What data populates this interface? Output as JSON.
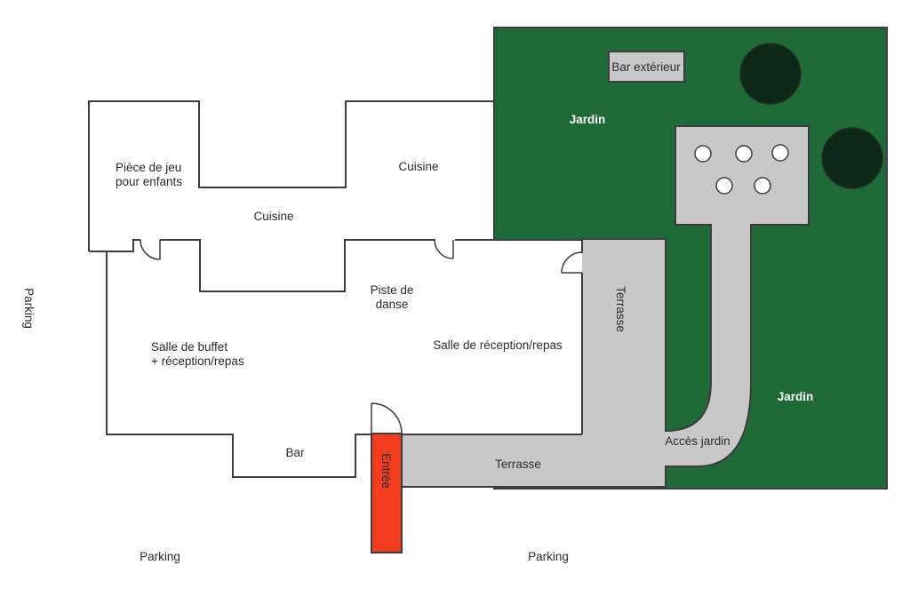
{
  "colors": {
    "garden": "#1e6b37",
    "tree": "#0e2818",
    "hardscape": "#c8c8c8",
    "entrance": "#f23c1e",
    "wall": "#3c3c42",
    "text_dark": "#2b2b33",
    "text_light": "#ffffff",
    "room": "#ffffff"
  },
  "labels": {
    "playroom_line1": "Pièce de jeu",
    "playroom_line2": "pour enfants",
    "cuisine_top": "Cuisine",
    "cuisine_corridor": "Cuisine",
    "dance_line1": "Piste de",
    "dance_line2": "danse",
    "buffet_line1": "Salle de buffet",
    "buffet_line2": "+ réception/repas",
    "reception": "Salle de réception/repas",
    "bar": "Bar",
    "entrance": "Entrée",
    "terrace_horizontal": "Terrasse",
    "terrace_vertical": "Terrasse",
    "garden_top": "Jardin",
    "garden_right": "Jardin",
    "garden_access": "Accès jardin",
    "outdoor_bar": "Bar extérieur",
    "parking_left": "Parking",
    "parking_bottom_left": "Parking",
    "parking_bottom_right": "Parking"
  }
}
